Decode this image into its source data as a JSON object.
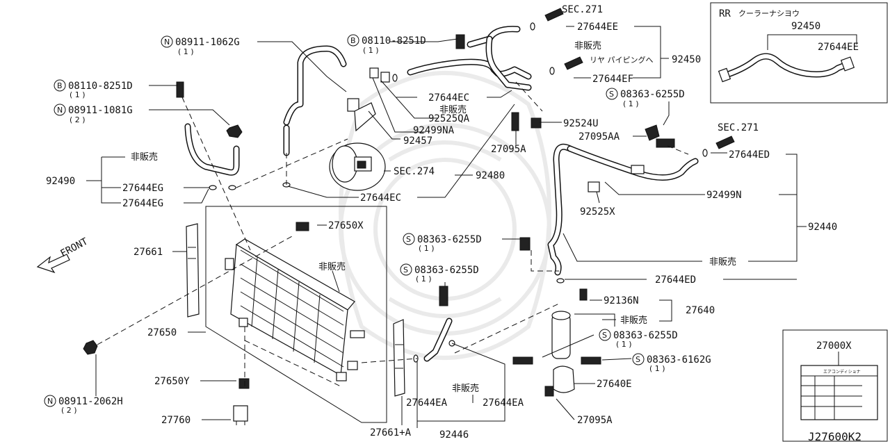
{
  "diagram_id": "J27600K2",
  "labels": {
    "sec271_top": "SEC.271",
    "p27644EE_top": "27644EE",
    "hibai_top": "非販売",
    "rear_piping": "リヤ パイピングへ",
    "p92450": "92450",
    "p27644EF": "27644EF",
    "n_08911_1062G": "08911-1062G",
    "qty_1062G": "( 1 )",
    "b_08110_8251D_top": "08110-8251D",
    "qty_8251D_top": "( 1 )",
    "b_08110_8251D_left": "08110-8251D",
    "qty_8251D_left": "( 1 )",
    "n_08911_1081G": "08911-1081G",
    "qty_1081G": "( 2 )",
    "p27644EC_a": "27644EC",
    "hibai_mid": "非販売",
    "p92525QA": "92525QA",
    "p92499NA": "92499NA",
    "p92457": "92457",
    "s_08363_6255D_a": "08363-6255D",
    "qty_6255D_a": "( 1 )",
    "p92524U": "92524U",
    "p27095AA": "27095AA",
    "p27095A_top": "27095A",
    "sec271_right": "SEC.271",
    "p27644ED_top": "27644ED",
    "hibai_left": "非販売",
    "p92490": "92490",
    "p27644EG_1": "27644EG",
    "p27644EG_2": "27644EG",
    "sec274": "SEC.274",
    "p92480": "92480",
    "p27644EC_b": "27644EC",
    "p92499N": "92499N",
    "p92525X": "92525X",
    "p92440": "92440",
    "p27650X": "27650X",
    "p27661": "27661",
    "front": "FRONT",
    "hibai_cond": "非販売",
    "s_08363_6255D_b": "08363-6255D",
    "qty_6255D_b": "( 1 )",
    "s_08363_6255D_c": "08363-6255D",
    "qty_6255D_c": "( 1 )",
    "hibai_right": "非販売",
    "p27644ED_bot": "27644ED",
    "p92136N": "92136N",
    "p27640": "27640",
    "hibai_tank": "非販売",
    "p27650": "27650",
    "s_08363_6255D_d": "08363-6255D",
    "qty_6255D_d": "( 1 )",
    "s_08363_6162G": "08363-6162G",
    "qty_6162G": "( 1 )",
    "p27650Y": "27650Y",
    "hibai_bot": "非販売",
    "p27640E": "27640E",
    "n_08911_2062H": "08911-2062H",
    "qty_2062H": "( 2 )",
    "p27644EA_1": "27644EA",
    "p27644EA_2": "27644EA",
    "p27760": "27760",
    "p27095A_bot": "27095A",
    "p27661A": "27661+A",
    "p92446": "92446",
    "inset_rr": "RR",
    "inset_rr_jp": "クーラーナシヨウ",
    "inset_92450": "92450",
    "inset_27644EE": "27644EE",
    "p27000X": "27000X",
    "sticker_text": "エアコンディショナ",
    "circle_n": "N",
    "circle_b": "B",
    "circle_s": "S"
  }
}
